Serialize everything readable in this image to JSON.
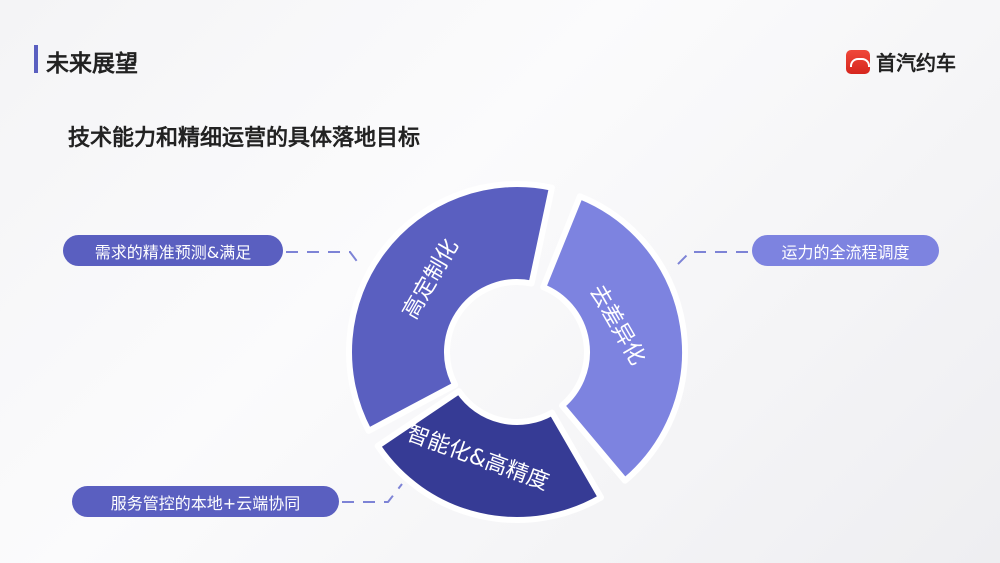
{
  "header": {
    "title": "未来展望",
    "logo_text": "首汽约车"
  },
  "subtitle": "技术能力和精细运营的具体落地目标",
  "segments": [
    {
      "label": "高定制化",
      "color": "#5a5fc0"
    },
    {
      "label": "去差异化",
      "color": "#7d83e0"
    },
    {
      "label": "智能化&高精度",
      "color": "#363b95"
    }
  ],
  "callouts": [
    {
      "label": "需求的精准预测&满足",
      "color": "#5a5fc0"
    },
    {
      "label": "运力的全流程调度",
      "color": "#7d83e0"
    },
    {
      "label": "服务管控的本地+云端协同",
      "color": "#5a5fc0"
    }
  ]
}
